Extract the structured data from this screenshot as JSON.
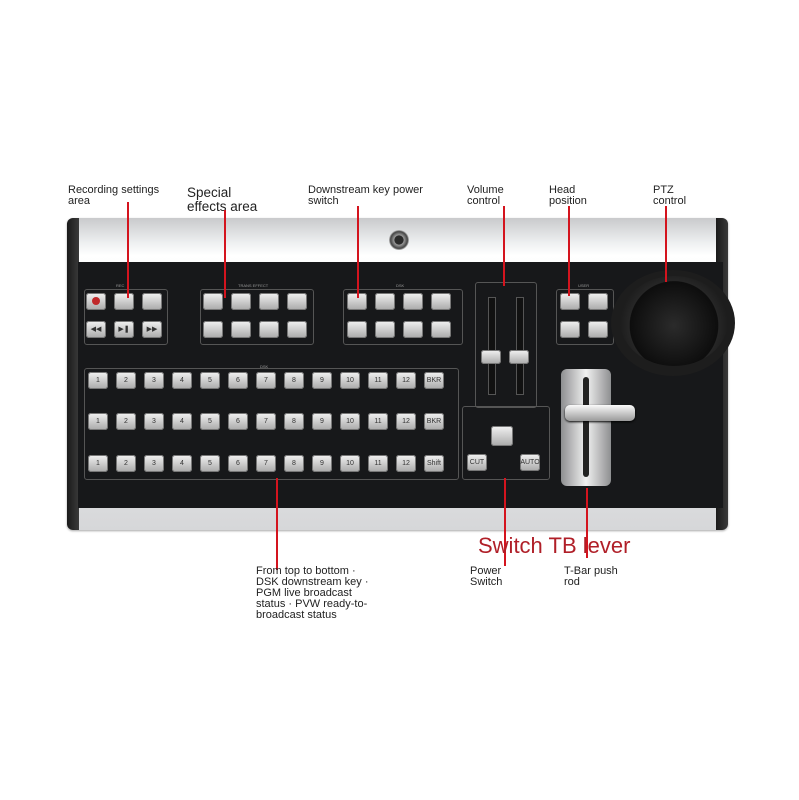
{
  "callouts": {
    "recording": "Recording settings\narea",
    "special_effects": "Special\neffects area",
    "downstream_key": "Downstream key power\nswitch",
    "volume": "Volume\ncontrol",
    "head_position": "Head\nposition",
    "ptz": "PTZ\ncontrol",
    "switch_tb": "Switch TB lever",
    "rows_desc": "From top to bottom ·\nDSK downstream key ·\nPGM live broadcast\nstatus · PVW ready-to-\nbroadcast status",
    "power_switch": "Power\nSwitch",
    "tbar": "T-Bar push\nrod"
  },
  "panel": {
    "group_rec": "REC",
    "group_trans": "TRANS EFFECT",
    "group_dsk": "DSK",
    "group_user": "USER",
    "rows_title": "DSK",
    "row_top": [
      "1",
      "2",
      "3",
      "4",
      "5",
      "6",
      "7",
      "8",
      "9",
      "10",
      "11",
      "12",
      "BKR"
    ],
    "row_mid": [
      "1",
      "2",
      "3",
      "4",
      "5",
      "6",
      "7",
      "8",
      "9",
      "10",
      "11",
      "12",
      "BKR"
    ],
    "row_bot": [
      "1",
      "2",
      "3",
      "4",
      "5",
      "6",
      "7",
      "8",
      "9",
      "10",
      "11",
      "12",
      "Shift"
    ],
    "cut": "CUT",
    "auto": "AUTO"
  },
  "colors": {
    "accent_red": "#d4141e",
    "big_label": "#b01f28",
    "panel_face": "#17181a"
  }
}
